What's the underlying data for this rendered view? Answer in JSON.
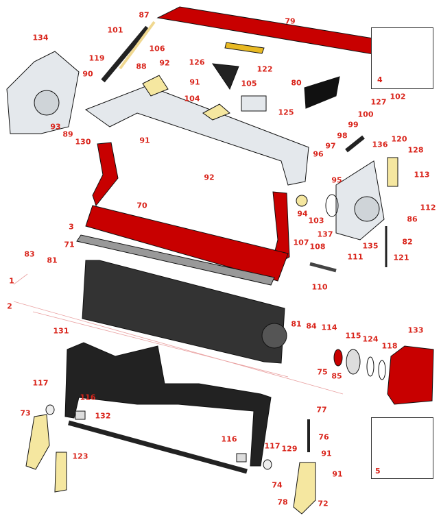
{
  "diagram": {
    "accent_color": "#d9241b",
    "part_red": "#c80000",
    "part_yellow": "#f5e7a0",
    "part_black": "#222222",
    "part_grey": "#e4e8ec",
    "kits": [
      {
        "label": "4"
      },
      {
        "label": "5"
      }
    ],
    "callouts": [
      "87",
      "79",
      "101",
      "134",
      "106",
      "119",
      "88",
      "92",
      "126",
      "122",
      "90",
      "91",
      "105",
      "80",
      "104",
      "127",
      "102",
      "100",
      "99",
      "125",
      "93",
      "89",
      "130",
      "91",
      "98",
      "136",
      "120",
      "97",
      "128",
      "96",
      "95",
      "113",
      "92",
      "94",
      "103",
      "112",
      "70",
      "86",
      "3",
      "137",
      "82",
      "135",
      "107",
      "108",
      "71",
      "83",
      "81",
      "111",
      "121",
      "1",
      "110",
      "2",
      "81",
      "84",
      "114",
      "115",
      "124",
      "118",
      "133",
      "131",
      "75",
      "85",
      "116",
      "117",
      "73",
      "132",
      "77",
      "116",
      "76",
      "129",
      "91",
      "123",
      "117",
      "91",
      "74",
      "78",
      "72"
    ]
  }
}
